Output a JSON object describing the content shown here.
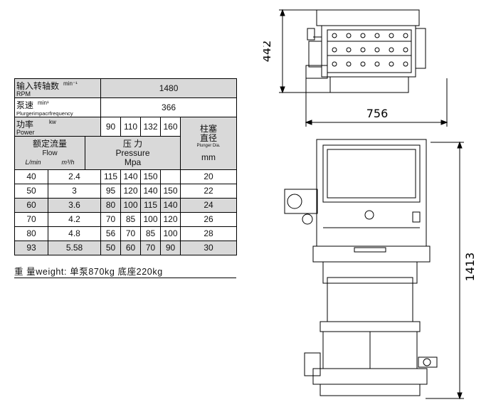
{
  "table": {
    "row_speed": {
      "label_cn": "输入转轴数",
      "unit": "min⁻¹",
      "label_en": "RPM",
      "value": "1480"
    },
    "row_freq": {
      "label_cn": "泵速",
      "unit": "min¹",
      "label_en": "Plurgerimpacrfrequency",
      "value": "366"
    },
    "row_power": {
      "label_cn": "功率",
      "unit": "kw",
      "label_en": "Power",
      "values": [
        "90",
        "110",
        "132",
        "160"
      ]
    },
    "plunger_header": {
      "cn_line1": "柱塞",
      "cn_line2": "直径",
      "en": "Plunger Dia.",
      "unit": "mm"
    },
    "flow_header": {
      "cn": "额定流量",
      "en": "Flow",
      "unit_l": "L/min",
      "unit_m": "m³/h"
    },
    "pressure_header": {
      "cn": "压   力",
      "en": "Pressure",
      "unit": "Mpa"
    },
    "rows": [
      {
        "lmin": "40",
        "m3h": "2.4",
        "p": [
          "115",
          "140",
          "150",
          ""
        ],
        "dia": "20",
        "shade": false
      },
      {
        "lmin": "50",
        "m3h": "3",
        "p": [
          "95",
          "120",
          "140",
          "150"
        ],
        "dia": "22",
        "shade": false
      },
      {
        "lmin": "60",
        "m3h": "3.6",
        "p": [
          "80",
          "100",
          "115",
          "140"
        ],
        "dia": "24",
        "shade": true
      },
      {
        "lmin": "70",
        "m3h": "4.2",
        "p": [
          "70",
          "85",
          "100",
          "120"
        ],
        "dia": "26",
        "shade": false
      },
      {
        "lmin": "80",
        "m3h": "4.8",
        "p": [
          "56",
          "70",
          "85",
          "100"
        ],
        "dia": "28",
        "shade": false
      },
      {
        "lmin": "93",
        "m3h": "5.58",
        "p": [
          "50",
          "60",
          "70",
          "90"
        ],
        "dia": "30",
        "shade": true
      }
    ]
  },
  "weight_text": "重 量weight: 单泵870kg   底座220kg",
  "dimensions": {
    "height_top": "442",
    "width": "756",
    "length": "1413"
  }
}
